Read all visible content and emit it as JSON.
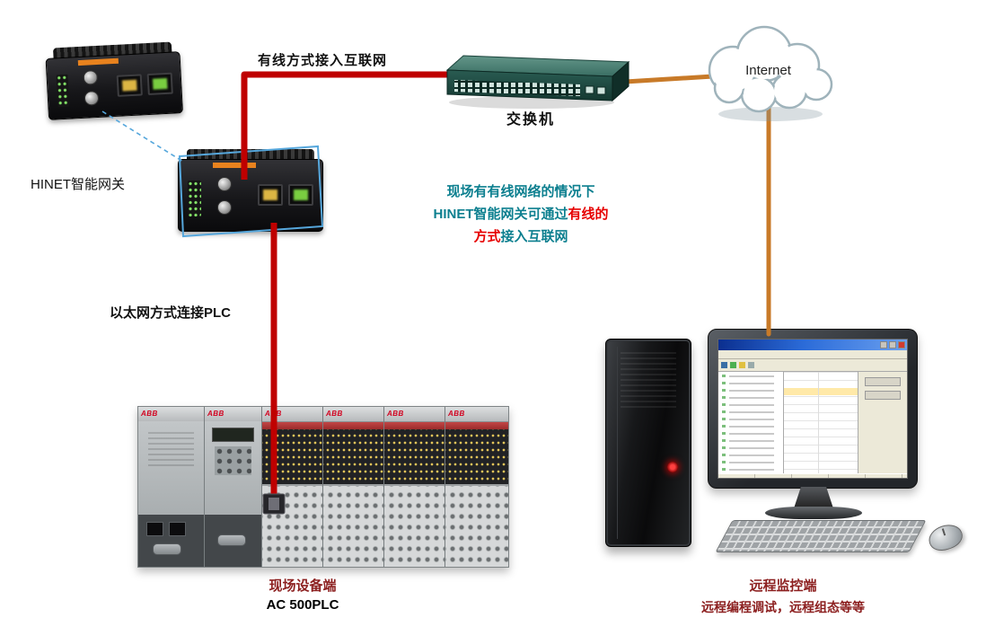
{
  "colors": {
    "red_line": "#bf0000",
    "orange_line": "#c87a28",
    "teal_text": "#0c7f8f",
    "red_text": "#e60000",
    "maroon_text": "#8c1f1f",
    "highlight_blue": "#56a7dc"
  },
  "devices": {
    "gateway_label": "HINET智能网关",
    "switch_label": "交换机",
    "internet_label": "Internet",
    "plc_brand": "ABB",
    "field_title": "现场设备端",
    "field_subtitle": "AC 500PLC",
    "remote_title": "远程监控端",
    "remote_subtitle": "远程编程调试，远程组态等等"
  },
  "connections": {
    "wired_label": "有线方式接入互联网",
    "ethernet_label": "以太网方式连接PLC"
  },
  "note": {
    "line1": "现场有有线网络的情况下",
    "line2_part1": "HINET智能网关可通过",
    "line2_part2": "有线的",
    "line3_part1": "方式",
    "line3_part2": "接入互联网"
  }
}
